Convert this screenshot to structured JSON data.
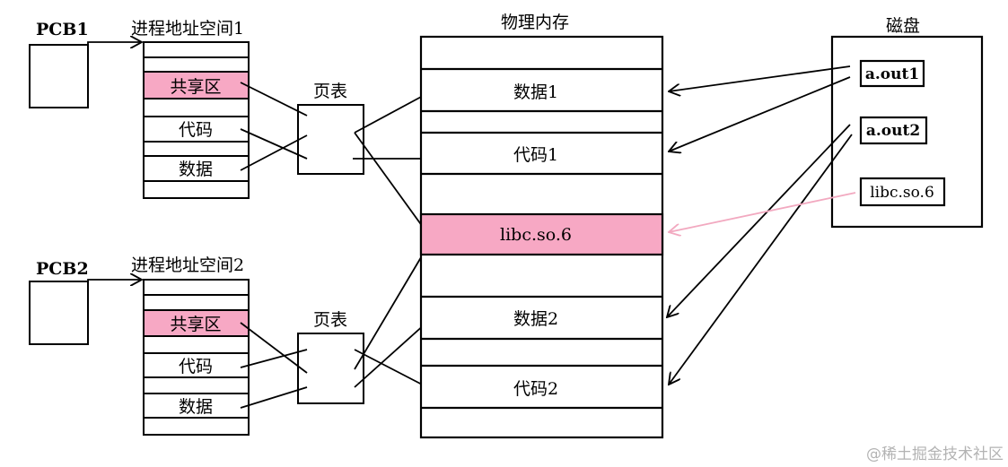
{
  "colors": {
    "stroke": "#000000",
    "shared_fill": "#f7a8c4",
    "pink_arrow": "#f2a9c0",
    "watermark": "#b3b3b3"
  },
  "process1": {
    "pcb_label": "PCB1",
    "space_title": "进程地址空间1",
    "rows": {
      "shared": "共享区",
      "code": "代码",
      "data": "数据"
    },
    "page_table_label": "页表"
  },
  "process2": {
    "pcb_label": "PCB2",
    "space_title": "进程地址空间2",
    "rows": {
      "shared": "共享区",
      "code": "代码",
      "data": "数据"
    },
    "page_table_label": "页表"
  },
  "memory": {
    "title": "物理内存",
    "data1": "数据1",
    "code1": "代码1",
    "libc": "libc.so.6",
    "data2": "数据2",
    "code2": "代码2"
  },
  "disk": {
    "title": "磁盘",
    "files": {
      "aout1": "a.out1",
      "aout2": "a.out2",
      "libc": "libc.so.6"
    }
  },
  "watermark": "@稀土掘金技术社区"
}
